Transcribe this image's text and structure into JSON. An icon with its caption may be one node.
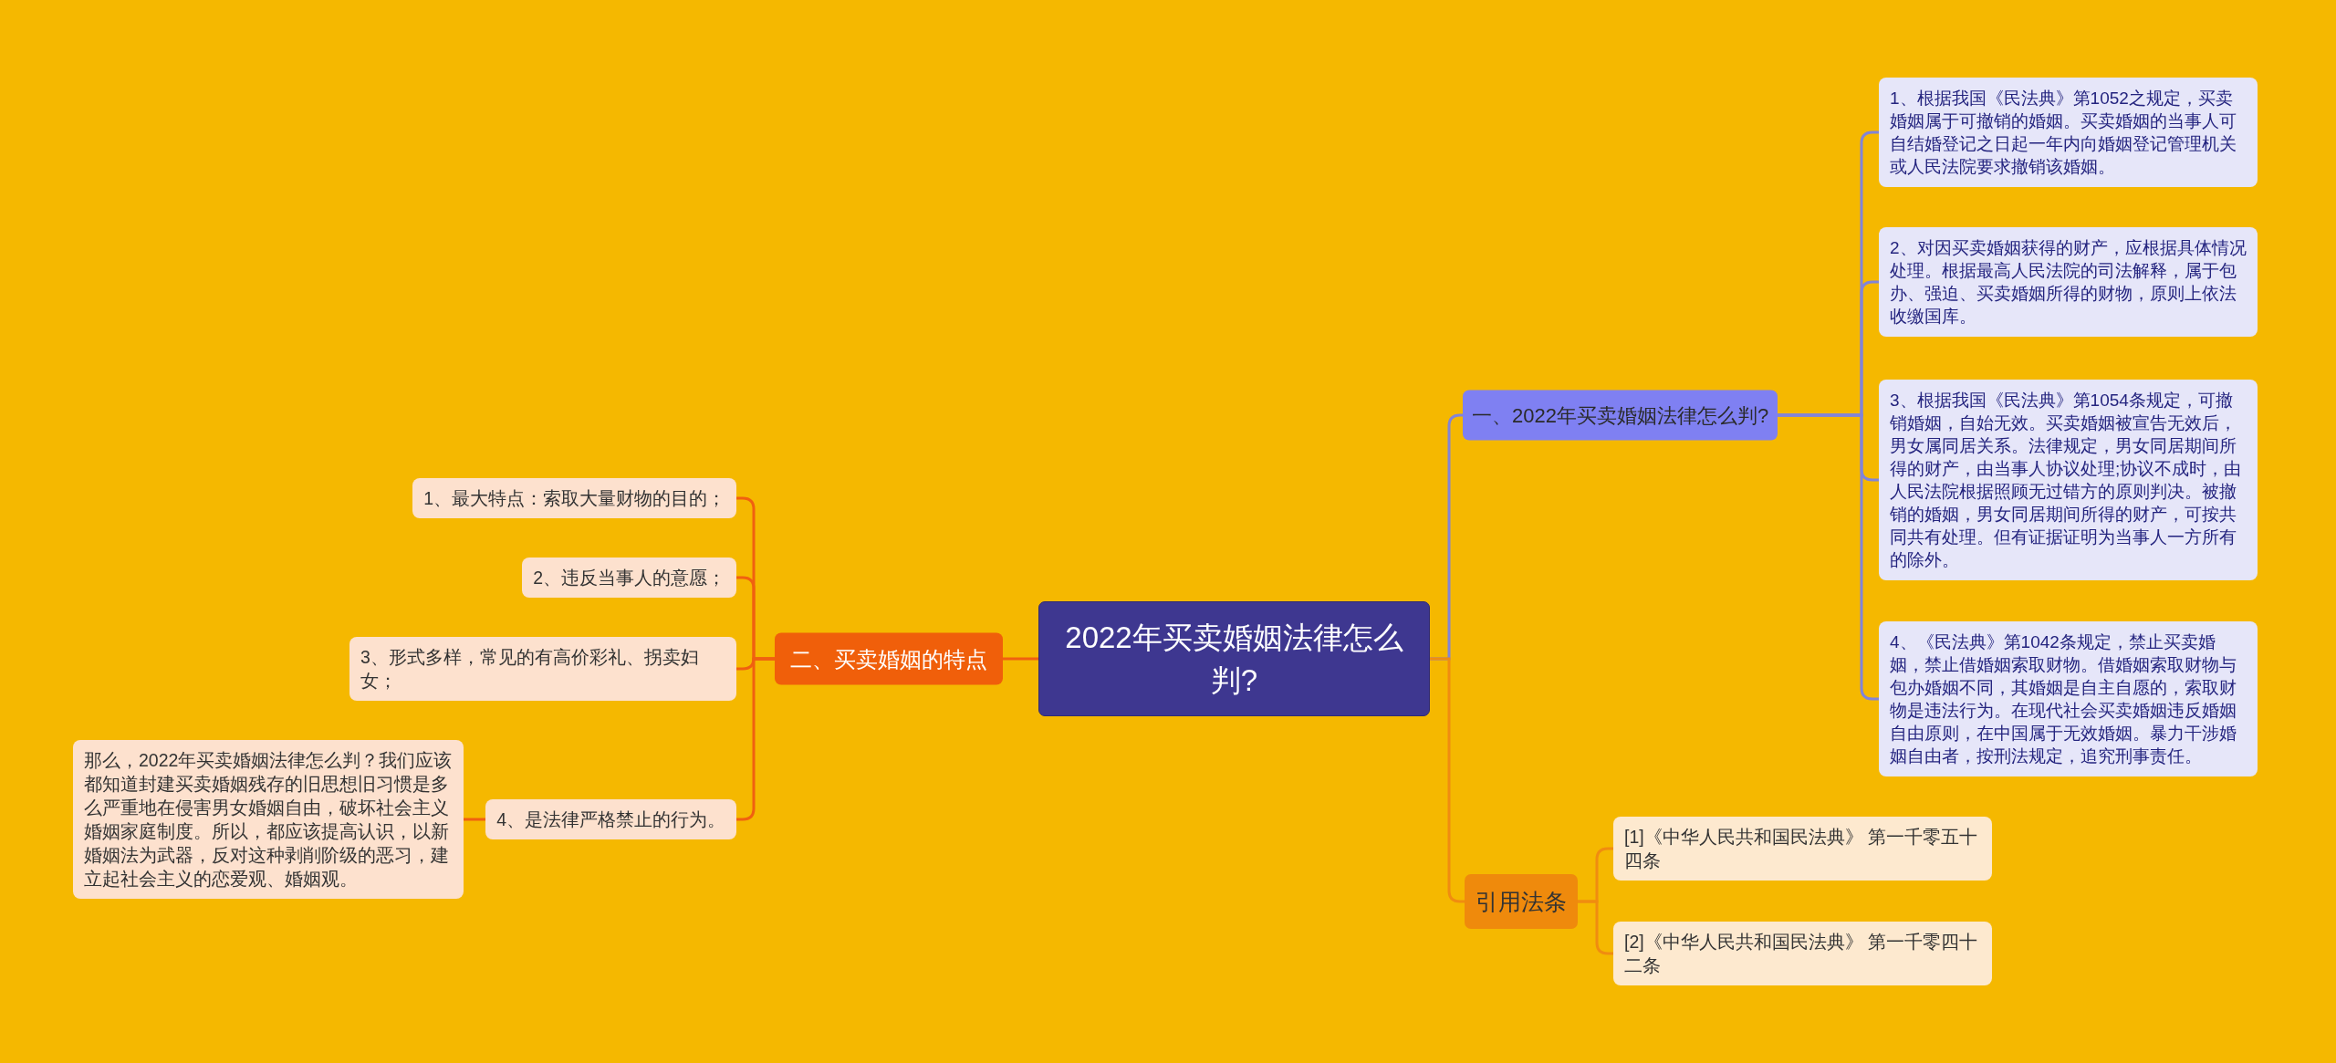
{
  "diagram": {
    "nodes": [
      {
        "text": [
          "2022年买卖婚姻法律怎么判?"
        ]
      },
      {
        "text": [
          "一、2022年买卖婚姻法律怎么判?"
        ]
      },
      {
        "text": [
          "1、根据我国《民法典》第1052之规定，买卖婚姻属于可撤销的婚姻。买卖婚姻的当事人可自结婚登记之日起一年内向婚姻登记管理机关或人民法院要求撤销该婚姻。"
        ]
      },
      {
        "text": [
          "2、对因买卖婚姻获得的财产，应根据具体情况处理。根据最高人民法院的司法解释，属于包办、强迫、买卖婚姻所得的财物，原则上依法收缴国库。"
        ]
      },
      {
        "text": [
          "3、根据我国《民法典》第1054条规定，可撤销婚姻，自始无效。买卖婚姻被宣告无效后，男女属同居关系。法律规定，男女同居期间所得的财产，由当事人协议处理;协议不成时，由人民法院根据照顾无过错方的原则判决。被撤销的婚姻，男女同居期间所得的财产，可按共同共有处理。但有证据证明为当事人一方所有的除外。"
        ]
      },
      {
        "text": [
          "4、《民法典》第1042条规定，禁止买卖婚姻，禁止借婚姻索取财物。借婚姻索取财物与包办婚姻不同，其婚姻是自主自愿的，索取财物是违法行为。在现代社会买卖婚姻违反婚姻自由原则，在中国属于无效婚姻。暴力干涉婚姻自由者，按刑法规定，追究刑事责任。"
        ]
      },
      {
        "text": [
          "二、买卖婚姻的特点"
        ]
      },
      {
        "text": [
          "1、最大特点：索取大量财物的目的；"
        ]
      },
      {
        "text": [
          "2、违反当事人的意愿；"
        ]
      },
      {
        "text": [
          "3、形式多样，常见的有高价彩礼、拐卖妇女；"
        ]
      },
      {
        "text": [
          "4、是法律严格禁止的行为。"
        ]
      },
      {
        "text": [
          "那么，2022年买卖婚姻法律怎么判？我们应该都知道封建买卖婚姻残存的旧思想旧习惯是多么严重地在侵害男女婚姻自由，破坏社会主义婚姻家庭制度。所以，都应该提高认识，以新婚姻法为武器，反对这种剥削阶级的恶习，建立起社会主义的恋爱观、婚姻观。"
        ]
      },
      {
        "text": [
          "引用法条"
        ]
      },
      {
        "text": [
          "[1]《中华人民共和国民法典》 第一千零五十四条"
        ]
      },
      {
        "text": [
          "[2]《中华人民共和国民法典》 第一千零四十二条"
        ]
      }
    ],
    "edges": [
      {
        "from": 0,
        "to": 1,
        "arrow": "none",
        "color": "#8284d8"
      },
      {
        "from": 1,
        "to": 2,
        "arrow": "none",
        "color": "#8284d8"
      },
      {
        "from": 1,
        "to": 3,
        "arrow": "none",
        "color": "#8284d8"
      },
      {
        "from": 1,
        "to": 4,
        "arrow": "none",
        "color": "#8284d8"
      },
      {
        "from": 1,
        "to": 5,
        "arrow": "none",
        "color": "#8284d8"
      },
      {
        "from": 0,
        "to": 6,
        "arrow": "none",
        "color": "#f06010"
      },
      {
        "from": 6,
        "to": 7,
        "arrow": "none",
        "color": "#f06010"
      },
      {
        "from": 6,
        "to": 8,
        "arrow": "none",
        "color": "#f06010"
      },
      {
        "from": 6,
        "to": 9,
        "arrow": "none",
        "color": "#f06010"
      },
      {
        "from": 6,
        "to": 10,
        "arrow": "none",
        "color": "#f06010"
      },
      {
        "from": 10,
        "to": 11,
        "arrow": "none",
        "color": "#f06010"
      },
      {
        "from": 0,
        "to": 12,
        "arrow": "none",
        "color": "#f08c10"
      },
      {
        "from": 12,
        "to": 13,
        "arrow": "none",
        "color": "#f08c10"
      },
      {
        "from": 12,
        "to": 14,
        "arrow": "none",
        "color": "#f08c10"
      }
    ]
  }
}
